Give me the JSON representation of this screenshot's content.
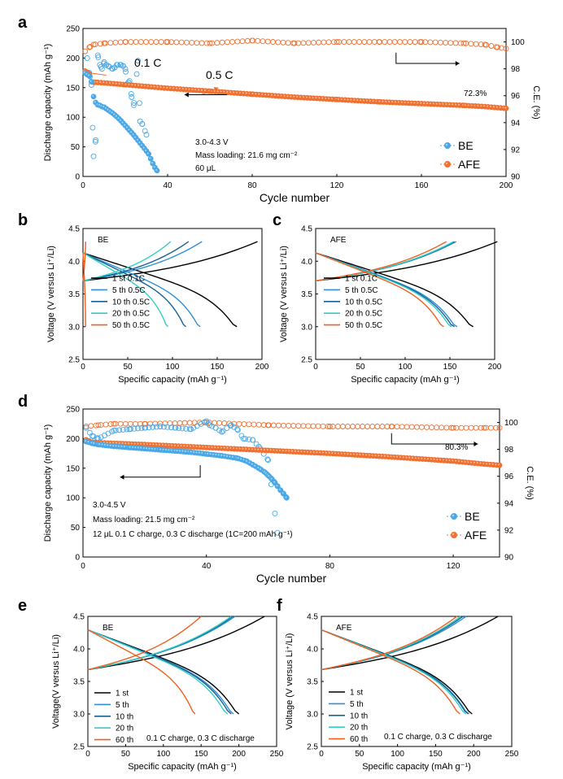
{
  "colors": {
    "BE": "#4aa8e8",
    "AFE": "#f07030",
    "black": "#000000",
    "blue_mid": "#2f8fd8",
    "blue_dark": "#1a6090",
    "cyan": "#30d0c8",
    "orange": "#f06020",
    "arrow_orange": "#f07030"
  },
  "chart_data": [
    {
      "panel": "a",
      "type": "scatter",
      "xlabel": "Cycle number",
      "ylabel": "Discharge capacity (mAh g⁻¹)",
      "y2label": "C.E. (%)",
      "xlim": [
        0,
        200
      ],
      "ylim": [
        0,
        250
      ],
      "y2lim": [
        90,
        101
      ],
      "xticks": [
        0,
        40,
        80,
        120,
        160,
        200
      ],
      "yticks": [
        0,
        50,
        100,
        150,
        200,
        250
      ],
      "y2ticks": [
        90,
        92,
        94,
        96,
        98,
        100
      ],
      "annotations": {
        "rate1": "0.1 C",
        "rate2": "0.5 C",
        "retention": "72.3%",
        "info1": "3.0-4.3 V",
        "info2": "Mass loading: 21.6 mg cm⁻²",
        "info3": "60 μL"
      },
      "legend": [
        "BE",
        "AFE"
      ],
      "series": [
        {
          "name": "BE",
          "axis": "capacity",
          "x": [
            1,
            2,
            3,
            4,
            5,
            6,
            7,
            8,
            9,
            10,
            12,
            14,
            16,
            18,
            20,
            22,
            24,
            26,
            28,
            30,
            31,
            32,
            33,
            34,
            35
          ],
          "y": [
            175,
            172,
            170,
            160,
            135,
            125,
            121,
            120,
            118,
            117,
            112,
            107,
            101,
            94,
            86,
            78,
            70,
            61,
            52,
            43,
            38,
            30,
            22,
            15,
            10
          ]
        },
        {
          "name": "AFE",
          "axis": "capacity",
          "x": [
            1,
            2,
            3,
            4,
            5,
            6,
            10,
            20,
            40,
            60,
            80,
            100,
            120,
            140,
            160,
            180,
            190,
            200
          ],
          "y": [
            178,
            176,
            173,
            160,
            159,
            159,
            158,
            155,
            149,
            144,
            139,
            134,
            130,
            126,
            123,
            120,
            118,
            115
          ]
        },
        {
          "name": "BE",
          "axis": "ce",
          "x": [
            2,
            3,
            4,
            5,
            6,
            7,
            8,
            9,
            10,
            11,
            12,
            14,
            15,
            16,
            18,
            19,
            20,
            21,
            22,
            23,
            24,
            26,
            27,
            28,
            30
          ],
          "y": [
            98.8,
            97.7,
            96.8,
            91.5,
            92.7,
            99.0,
            98.3,
            98.0,
            98.5,
            98.3,
            98.2,
            98.0,
            98.1,
            98.3,
            98.3,
            98.2,
            98.0,
            96.9,
            97.1,
            95.9,
            95.3,
            98.6,
            94.1,
            93.9,
            93.1
          ]
        },
        {
          "name": "AFE",
          "axis": "ce",
          "x": [
            1,
            3,
            5,
            10,
            20,
            40,
            60,
            80,
            100,
            120,
            140,
            160,
            180,
            190,
            196,
            200
          ],
          "y": [
            99.3,
            99.6,
            99.8,
            99.9,
            100.0,
            100.0,
            99.9,
            100.1,
            99.9,
            100.0,
            100.0,
            100.0,
            99.9,
            99.8,
            99.6,
            99.5
          ]
        }
      ]
    },
    {
      "panel": "b",
      "type": "line",
      "title": "BE",
      "xlabel": "Specific capacity (mAh g⁻¹)",
      "ylabel": "Voltage (V versus Li⁺/Li)",
      "xlim": [
        0,
        200
      ],
      "ylim": [
        2.5,
        4.5
      ],
      "xticks": [
        0,
        50,
        100,
        150,
        200
      ],
      "yticks": [
        2.5,
        3.0,
        3.5,
        4.0,
        4.5
      ],
      "legend": [
        "1 st 0.1C",
        "5 th  0.5C",
        "10 th 0.5C",
        "20 th 0.5C",
        "50 th 0.5C"
      ],
      "series": [
        {
          "name": "1 st 0.1C",
          "charge_cap": 195,
          "discharge_cap": 172
        },
        {
          "name": "5 th  0.5C",
          "charge_cap": 133,
          "discharge_cap": 131
        },
        {
          "name": "10 th 0.5C",
          "charge_cap": 118,
          "discharge_cap": 115
        },
        {
          "name": "20 th 0.5C",
          "charge_cap": 98,
          "discharge_cap": 95
        },
        {
          "name": "50 th 0.5C",
          "charge_cap": 3,
          "discharge_cap": 3
        }
      ]
    },
    {
      "panel": "c",
      "type": "line",
      "title": "AFE",
      "xlabel": "Specific capacity (mAh g⁻¹)",
      "ylabel": "Voltage (V versus Li⁺/Li)",
      "xlim": [
        0,
        200
      ],
      "ylim": [
        2.5,
        4.5
      ],
      "xticks": [
        0,
        50,
        100,
        150,
        200
      ],
      "yticks": [
        2.5,
        3.0,
        3.5,
        4.0,
        4.5
      ],
      "legend": [
        "1 st 0.1C",
        "5 th  0.5C",
        "10 th 0.5C",
        "20 th 0.5C",
        "50 th 0.5C"
      ],
      "series": [
        {
          "name": "1 st 0.1C",
          "charge_cap": 203,
          "discharge_cap": 176
        },
        {
          "name": "5 th  0.5C",
          "charge_cap": 157,
          "discharge_cap": 158
        },
        {
          "name": "10 th 0.5C",
          "charge_cap": 155,
          "discharge_cap": 155
        },
        {
          "name": "20 th 0.5C",
          "charge_cap": 154,
          "discharge_cap": 152
        },
        {
          "name": "50 th 0.5C",
          "charge_cap": 146,
          "discharge_cap": 143
        }
      ]
    },
    {
      "panel": "d",
      "type": "scatter",
      "xlabel": "Cycle number",
      "ylabel": "Discharge capacity (mAh g⁻¹)",
      "y2label": "C.E. (%)",
      "xlim": [
        0,
        135
      ],
      "ylim": [
        0,
        250
      ],
      "y2lim": [
        90,
        101
      ],
      "xticks": [
        0,
        40,
        80,
        120
      ],
      "yticks": [
        0,
        50,
        100,
        150,
        200,
        250
      ],
      "y2ticks": [
        90,
        92,
        94,
        96,
        98,
        100
      ],
      "annotations": {
        "retention": "80.3%",
        "info1": "3.0-4.5 V",
        "info2": "Mass loading: 21.5 mg cm⁻²",
        "info3": "12 μL    0.1 C charge, 0.3 C discharge (1C=200 mAh g⁻¹)"
      },
      "legend": [
        "BE",
        "AFE"
      ],
      "series": [
        {
          "name": "BE",
          "axis": "capacity",
          "x": [
            1,
            3,
            5,
            10,
            15,
            20,
            25,
            30,
            35,
            40,
            45,
            50,
            53,
            55,
            57,
            59,
            60,
            61,
            62,
            63,
            64,
            65,
            66
          ],
          "y": [
            195,
            192,
            190,
            187,
            185,
            183,
            181,
            179,
            177,
            174,
            171,
            167,
            162,
            156,
            150,
            143,
            138,
            133,
            127,
            120,
            113,
            107,
            100
          ]
        },
        {
          "name": "AFE",
          "axis": "capacity",
          "x": [
            1,
            2,
            3,
            5,
            10,
            20,
            40,
            60,
            80,
            100,
            120,
            130,
            135
          ],
          "y": [
            198,
            196,
            194,
            193,
            192,
            190,
            185,
            180,
            175,
            169,
            162,
            157,
            155
          ]
        },
        {
          "name": "BE",
          "axis": "ce",
          "x": [
            1,
            3,
            5,
            10,
            15,
            20,
            25,
            30,
            35,
            40,
            41,
            43,
            45,
            48,
            50,
            52,
            55,
            57,
            60,
            63
          ],
          "y": [
            99.6,
            99.0,
            98.8,
            99.4,
            99.5,
            99.6,
            99.7,
            99.6,
            99.5,
            100.1,
            99.8,
            99.6,
            99.3,
            99.8,
            99.5,
            98.8,
            98.7,
            98.2,
            97.2,
            91.8
          ]
        },
        {
          "name": "AFE",
          "axis": "ce",
          "x": [
            1,
            5,
            10,
            20,
            40,
            60,
            80,
            100,
            120,
            130,
            135
          ],
          "y": [
            99.7,
            99.8,
            99.9,
            99.9,
            100.0,
            99.8,
            99.7,
            99.7,
            99.6,
            99.6,
            99.6
          ]
        }
      ]
    },
    {
      "panel": "e",
      "type": "line",
      "title": "BE",
      "xlabel": "Specific capacity (mAh g⁻¹)",
      "ylabel": "Voltage(V versus Li⁺/Li)",
      "xlim": [
        0,
        250
      ],
      "ylim": [
        2.5,
        4.5
      ],
      "xticks": [
        0,
        50,
        100,
        150,
        200,
        250
      ],
      "yticks": [
        2.5,
        3.0,
        3.5,
        4.0,
        4.5
      ],
      "note": "0.1 C charge, 0.3 C discharge",
      "legend": [
        "1 st",
        "5 th",
        "10 th",
        "20 th",
        "60 th"
      ],
      "series": [
        {
          "name": "1 st",
          "charge_cap": 234,
          "discharge_cap": 200
        },
        {
          "name": "5 th",
          "charge_cap": 195,
          "discharge_cap": 193
        },
        {
          "name": "10 th",
          "charge_cap": 192,
          "discharge_cap": 190
        },
        {
          "name": "20 th",
          "charge_cap": 190,
          "discharge_cap": 185
        },
        {
          "name": "60 th",
          "charge_cap": 150,
          "discharge_cap": 142
        }
      ]
    },
    {
      "panel": "f",
      "type": "line",
      "title": "AFE",
      "xlabel": "Specific capacity (mAh g⁻¹)",
      "ylabel": "Voltage (V versus Li⁺/Li)",
      "xlim": [
        0,
        250
      ],
      "ylim": [
        2.5,
        4.5
      ],
      "xticks": [
        0,
        50,
        100,
        150,
        200,
        250
      ],
      "yticks": [
        2.5,
        3.0,
        3.5,
        4.0,
        4.5
      ],
      "note": "0.1 C charge, 0.3 C discharge",
      "legend": [
        "1 st",
        "5 th",
        "10 th",
        "20 th",
        "60 th"
      ],
      "series": [
        {
          "name": "1 st",
          "charge_cap": 232,
          "discharge_cap": 198
        },
        {
          "name": "5 th",
          "charge_cap": 190,
          "discharge_cap": 194
        },
        {
          "name": "10 th",
          "charge_cap": 186,
          "discharge_cap": 193
        },
        {
          "name": "20 th",
          "charge_cap": 183,
          "discharge_cap": 190
        },
        {
          "name": "60 th",
          "charge_cap": 178,
          "discharge_cap": 182
        }
      ]
    }
  ]
}
